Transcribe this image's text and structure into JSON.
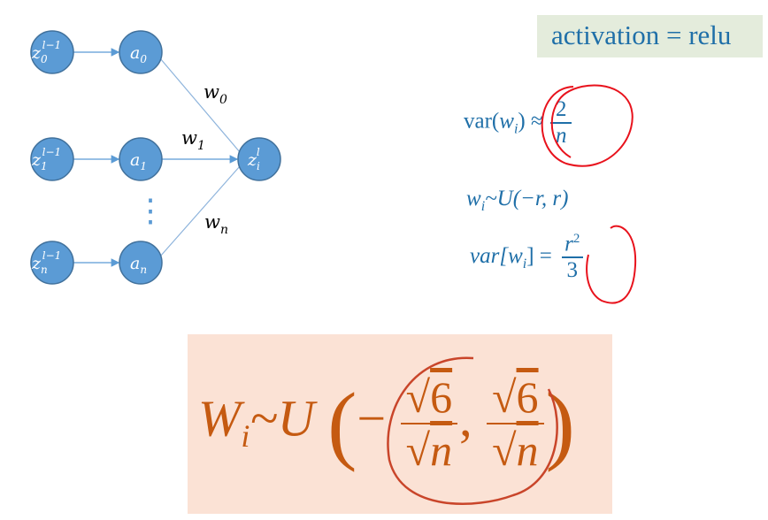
{
  "nodes": {
    "z0": {
      "base": "z",
      "sub": "0",
      "sup": "l−1"
    },
    "z1": {
      "base": "z",
      "sub": "1",
      "sup": "l−1"
    },
    "zn": {
      "base": "z",
      "sub": "n",
      "sup": "l−1"
    },
    "a0": {
      "base": "a",
      "sub": "0"
    },
    "a1": {
      "base": "a",
      "sub": "1"
    },
    "an": {
      "base": "a",
      "sub": "n"
    },
    "zi": {
      "base": "z",
      "sub": "i",
      "sup": "l"
    },
    "ellipsis": "⋮"
  },
  "weights": {
    "w0": {
      "base": "w",
      "sub": "0"
    },
    "w1": {
      "base": "w",
      "sub": "1"
    },
    "wn": {
      "base": "w",
      "sub": "n"
    }
  },
  "activation": "activation = relu",
  "equations": {
    "var_wi": {
      "left": "var(",
      "w": "w",
      "i": "i",
      "close": ")",
      "approx": "≈",
      "num": "2",
      "den": "n"
    },
    "uniform": {
      "w": "w",
      "i": "i",
      "rest": "~U(−r, r)"
    },
    "var_bracket": {
      "left": "var[",
      "w": "w",
      "i": "i",
      "close": "]",
      "eq": "=",
      "num": "r",
      "exp": "2",
      "den": "3"
    }
  },
  "final": {
    "w": "W",
    "i": "i",
    "tilde": "~U",
    "lparen": "(",
    "minus": "−",
    "num": "6",
    "den": "n",
    "comma": ",",
    "rparen": ")"
  },
  "colors": {
    "node_fill": "#5b9bd5",
    "node_stroke": "#41719c",
    "eq_blue": "#1f6fa8",
    "final_orange": "#c55a11",
    "annotation_red": "#e8121c"
  }
}
